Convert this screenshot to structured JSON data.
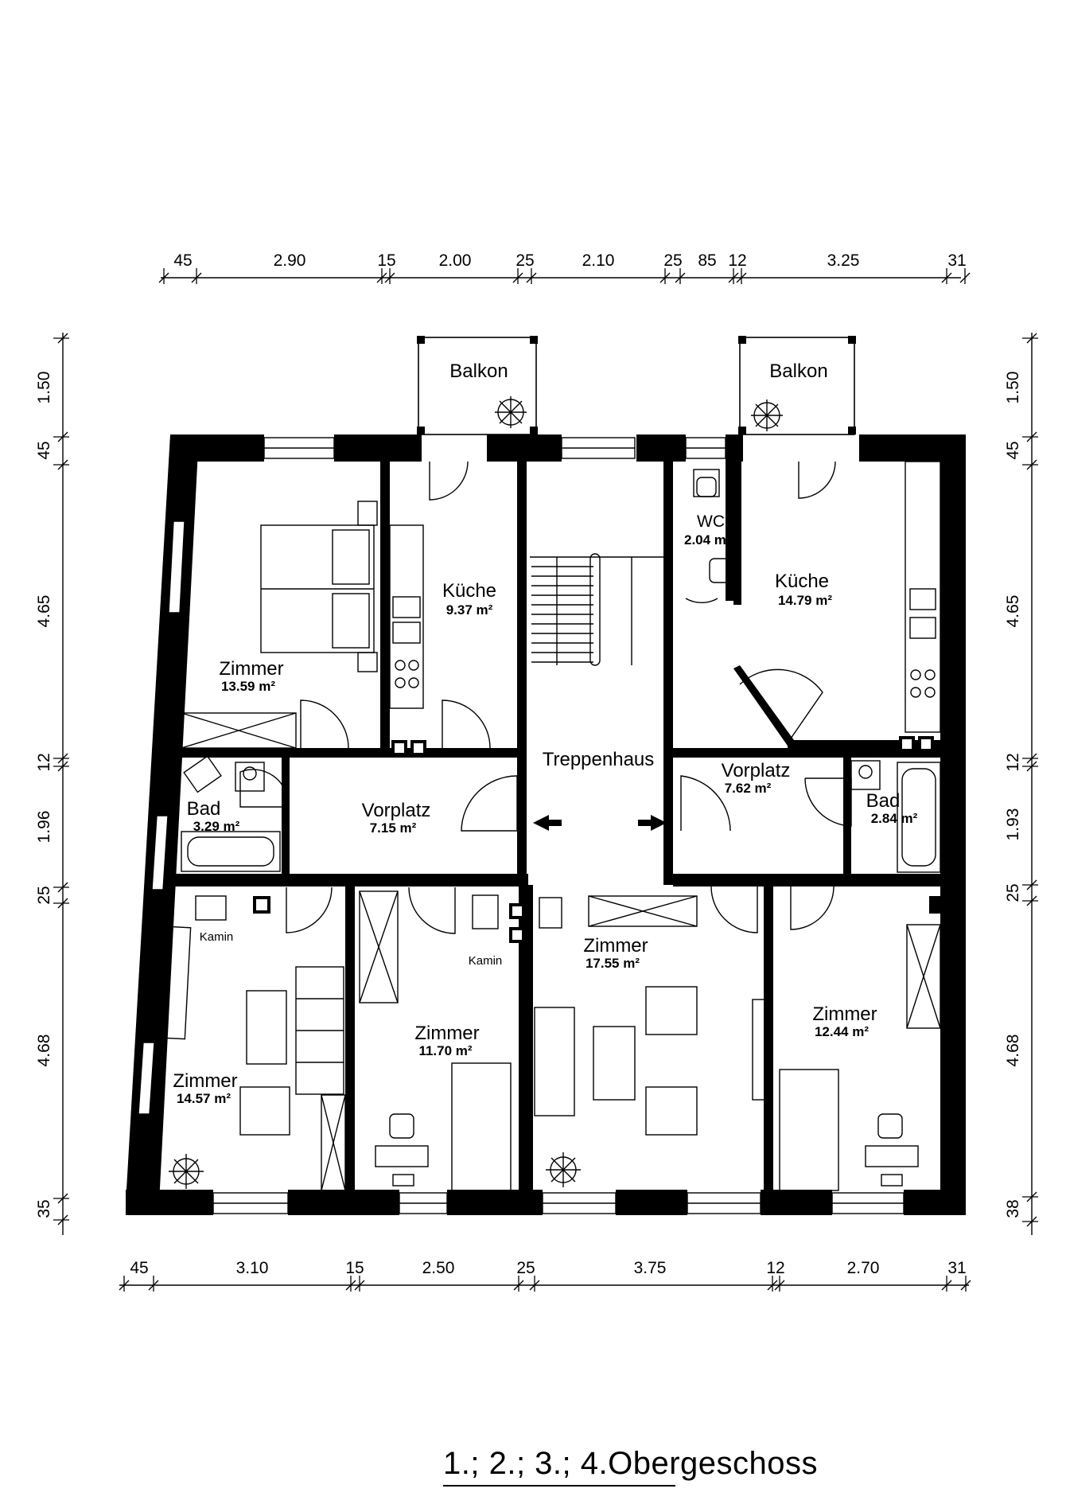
{
  "title": "1.; 2.; 3.; 4.Obergeschoss",
  "dimensions": {
    "top": [
      "45",
      "2.90",
      "15",
      "2.00",
      "25",
      "2.10",
      "25",
      "85",
      "12",
      "3.25",
      "31"
    ],
    "bottom": [
      "45",
      "3.10",
      "15",
      "2.50",
      "25",
      "3.75",
      "12",
      "2.70",
      "31"
    ],
    "left": [
      "1.50",
      "45",
      "4.65",
      "12",
      "1.96",
      "25",
      "4.68",
      "35"
    ],
    "right": [
      "1.50",
      "45",
      "4.65",
      "12",
      "1.93",
      "25",
      "4.68",
      "38"
    ]
  },
  "rooms": {
    "balkon_left": {
      "name": "Balkon"
    },
    "balkon_right": {
      "name": "Balkon"
    },
    "zimmer_nw": {
      "name": "Zimmer",
      "area": "13.59 m²"
    },
    "kueche_left": {
      "name": "Küche",
      "area": "9.37 m²"
    },
    "treppenhaus": {
      "name": "Treppenhaus"
    },
    "wc": {
      "name": "WC",
      "area": "2.04 m²"
    },
    "kueche_right": {
      "name": "Küche",
      "area": "14.79 m²"
    },
    "bad_left": {
      "name": "Bad",
      "area": "3.29 m²"
    },
    "vorplatz_left": {
      "name": "Vorplatz",
      "area": "7.15 m²"
    },
    "vorplatz_right": {
      "name": "Vorplatz",
      "area": "7.62 m²"
    },
    "bad_right": {
      "name": "Bad",
      "area": "2.84 m²"
    },
    "zimmer_sw": {
      "name": "Zimmer",
      "area": "14.57 m²"
    },
    "zimmer_s2": {
      "name": "Zimmer",
      "area": "11.70 m²"
    },
    "zimmer_s3": {
      "name": "Zimmer",
      "area": "17.55 m²"
    },
    "zimmer_se": {
      "name": "Zimmer",
      "area": "12.44 m²"
    }
  },
  "fixtures": {
    "kamin_left": "Kamin",
    "kamin_right": "Kamin"
  }
}
